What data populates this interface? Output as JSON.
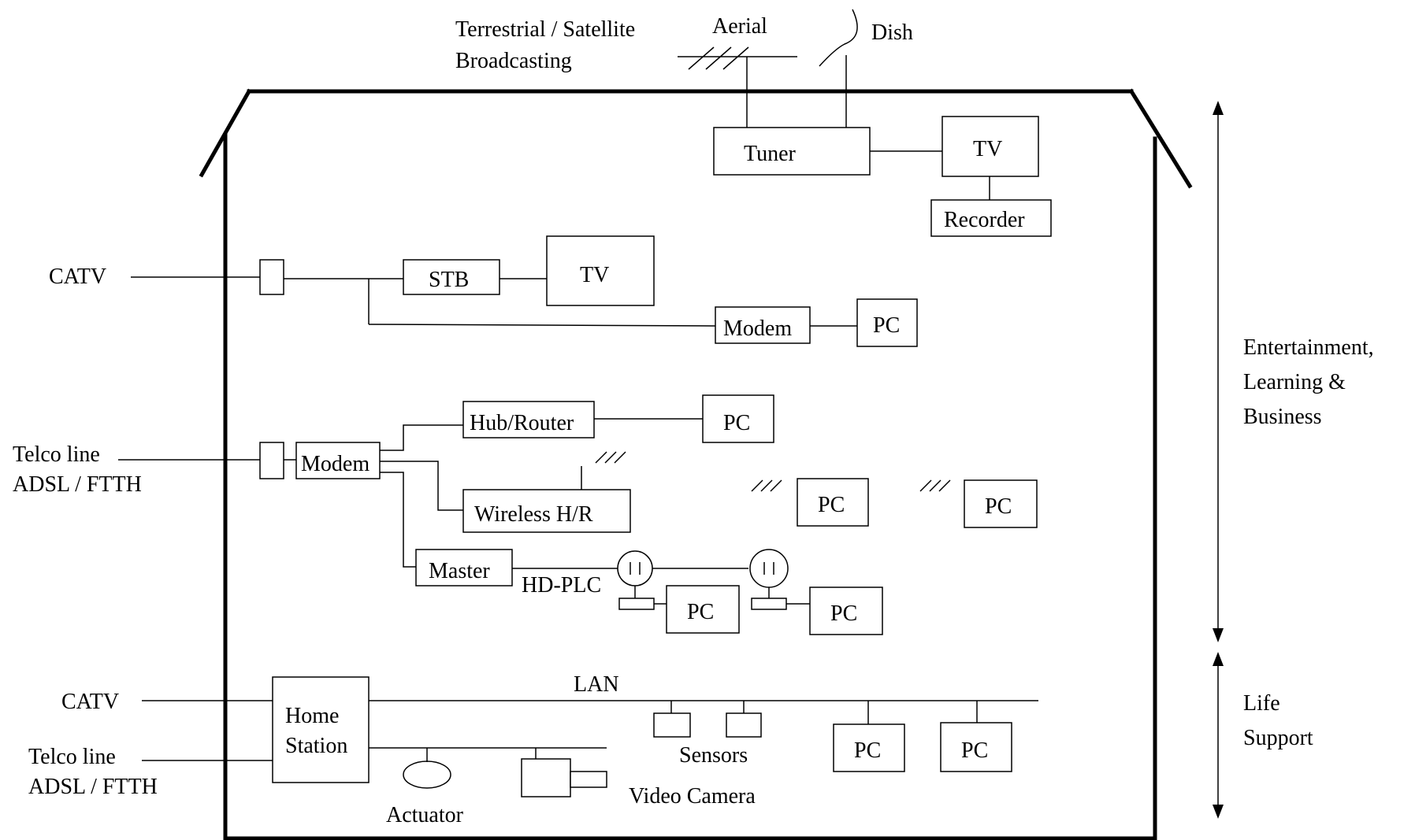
{
  "broadcast": {
    "source_line1": "Terrestrial / Satellite",
    "source_line2": "Broadcasting",
    "aerial": "Aerial",
    "dish": "Dish"
  },
  "top_row": {
    "tuner": "Tuner",
    "tv": "TV",
    "recorder": "Recorder"
  },
  "catv_row": {
    "input": "CATV",
    "stb": "STB",
    "tv": "TV",
    "modem": "Modem",
    "pc": "PC"
  },
  "telco_row": {
    "input_line1": "Telco line",
    "input_line2": "ADSL / FTTH",
    "modem": "Modem",
    "hub_router": "Hub/Router",
    "pc_hub": "PC",
    "wireless": "Wireless H/R",
    "pc_wireless_1": "PC",
    "pc_wireless_2": "PC",
    "master": "Master",
    "hdplc": "HD-PLC",
    "pc_plc_1": "PC",
    "pc_plc_2": "PC"
  },
  "life_row": {
    "catv": "CATV",
    "telco_line1": "Telco line",
    "telco_line2": "ADSL / FTTH",
    "home_station_line1": "Home",
    "home_station_line2": "Station",
    "lan": "LAN",
    "sensors": "Sensors",
    "pc1": "PC",
    "pc2": "PC",
    "actuator": "Actuator",
    "video_camera": "Video Camera"
  },
  "side_labels": {
    "ent_line1": "Entertainment,",
    "ent_line2": "Learning &",
    "ent_line3": "Business",
    "life_line1": "Life",
    "life_line2": "Support"
  }
}
